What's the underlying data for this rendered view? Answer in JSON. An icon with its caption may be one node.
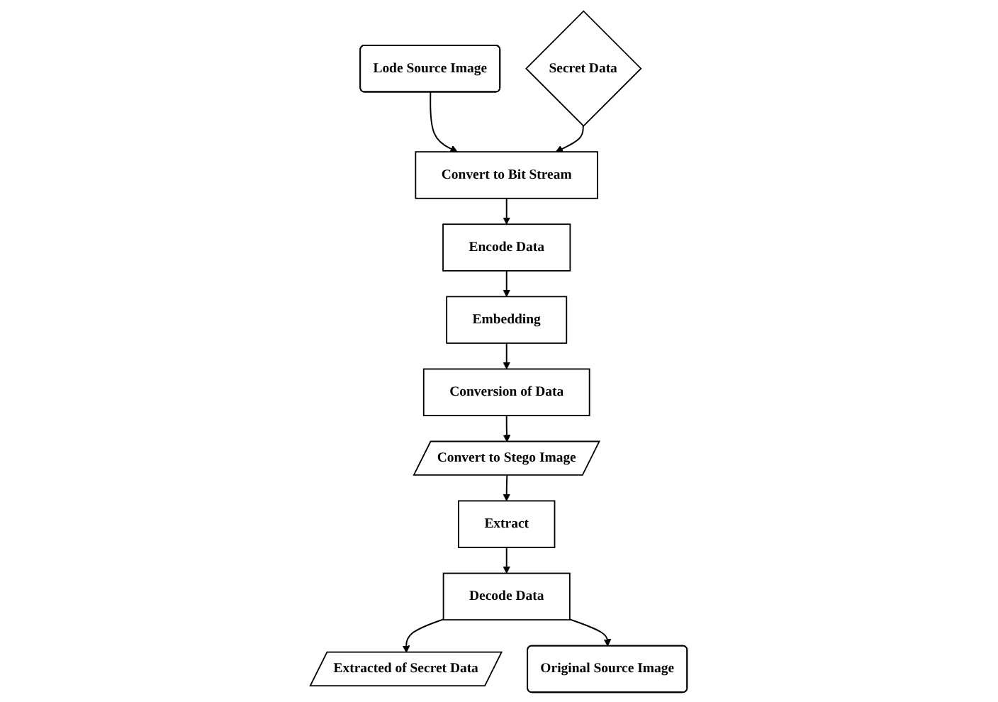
{
  "diagram": {
    "nodes": [
      {
        "text": [
          "Lode Source Image"
        ]
      },
      {
        "text": [
          "Secret Data"
        ]
      },
      {
        "text": [
          "Convert to Bit Stream"
        ]
      },
      {
        "text": [
          "Encode Data"
        ]
      },
      {
        "text": [
          "Conversion of Data"
        ]
      },
      {
        "text": [
          "Embedding"
        ]
      },
      {
        "text": [
          "Convert to Stego Image"
        ]
      },
      {
        "text": [
          "Extract"
        ]
      },
      {
        "text": [
          "Decode Data"
        ]
      },
      {
        "text": [
          "Extracted of Secret Data"
        ]
      },
      {
        "text": [
          "Original Source Image"
        ]
      }
    ],
    "edges": [
      {
        "from": 0,
        "to": 2,
        "arrow": "to"
      },
      {
        "from": 1,
        "to": 2,
        "arrow": "to"
      },
      {
        "from": 2,
        "to": 3,
        "arrow": "to"
      },
      {
        "from": 3,
        "to": 5,
        "arrow": "to"
      },
      {
        "from": 5,
        "to": 4,
        "arrow": "to"
      },
      {
        "from": 4,
        "to": 6,
        "arrow": "to"
      },
      {
        "from": 6,
        "to": 7,
        "arrow": "to"
      },
      {
        "from": 7,
        "to": 8,
        "arrow": "to"
      },
      {
        "from": 8,
        "to": 9,
        "arrow": "to"
      },
      {
        "from": 8,
        "to": 10,
        "arrow": "to"
      }
    ]
  }
}
